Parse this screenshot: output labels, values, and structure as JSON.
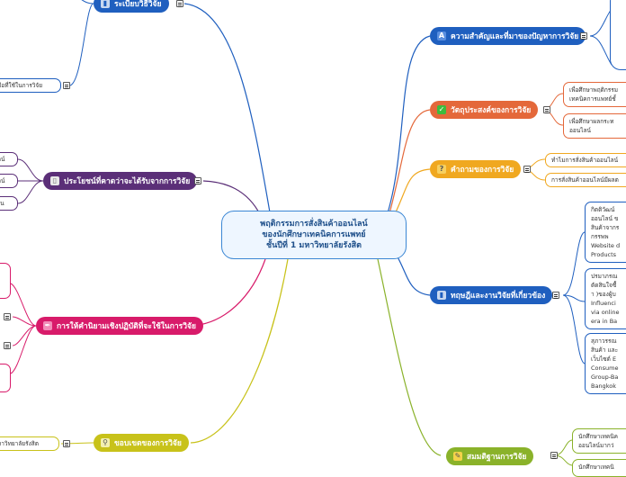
{
  "center": {
    "line1": "พฤติกรรมการสั่งสินค้าออนไลน์",
    "line2": "ของนักศึกษาเทคนิคการแพทย์",
    "line3": "ชั้นปีที่ 1 มหาวิทยาลัยรังสิต"
  },
  "right_topics": [
    {
      "label": "ความสำคัญและที่มาของปัญหาการวิจัย",
      "color": "#1f5fbf",
      "icon": "a-letter-icon"
    },
    {
      "label": "วัตถุประสงค์ของการวิจัย",
      "color": "#e4683a",
      "icon": "check-icon"
    },
    {
      "label": "คำถามของการวิจัย",
      "color": "#f0a820",
      "icon": "question-icon"
    },
    {
      "label": "ทฤษฎีและงานวิจัยที่เกี่ยวข้อง",
      "color": "#1f5fbf",
      "icon": "book-icon"
    },
    {
      "label": "สมมติฐานการวิจัย",
      "color": "#8ab22a",
      "icon": "pencil-icon"
    }
  ],
  "left_topics": [
    {
      "label": "ระเบียบวิธีวิจัย",
      "color": "#1f5fbf",
      "icon": "book-icon"
    },
    {
      "label": "ประโยชน์ที่คาดว่าจะได้รับจากการวิจัย",
      "color": "#5b2f78",
      "icon": "document-icon"
    },
    {
      "label": "การให้คำนิยามเชิงปฏิบัติที่จะใช้ในการวิจัย",
      "color": "#d81b6a",
      "icon": "pen-icon"
    },
    {
      "label": "ขอบเขตของการวิจัย",
      "color": "#c8c21a",
      "icon": "magnifier-icon"
    }
  ],
  "objective_leaves": [
    "เพื่อศึกษาพฤติกรรม",
    "เทคนิคการแพทย์ชั้",
    "เพื่อศึกษาผลกระท",
    "ออนไลน์"
  ],
  "question_leaves": [
    "ทำไมการสั่งสินค้าออนไลน์",
    "การสั่งสินค้าออนไลน์มีผลต"
  ],
  "theory_leaves": [
    [
      "กิตติวัฒน์",
      "ออนไลน์ ข",
      "สินค้าจากร",
      "กรรพพ",
      "Website d",
      "Products"
    ],
    [
      "ปรมาภรณ",
      "ตัดสินใจซื้",
      "า )ของผู้บ",
      "Influenci",
      "via online",
      "era in Ba"
    ],
    [
      "สุภาวรรณ",
      "สินค้า และ",
      "เว็บไซต์ E",
      "Consume",
      "Group-Ba",
      "Bangkok"
    ]
  ],
  "hypothesis_leaves": [
    [
      "นักศึกษาเทคนิค",
      "ออนไลน์มากว่"
    ],
    [
      "นักศึกษาเทคนิ"
    ]
  ],
  "method_leaf": "มือที่ใช้ในการวิจัย",
  "benefit_leaves": [
    "ลน์",
    "ลน์",
    "งิน"
  ],
  "scope_leaf": "หาวิทยาลัยรังสิต"
}
